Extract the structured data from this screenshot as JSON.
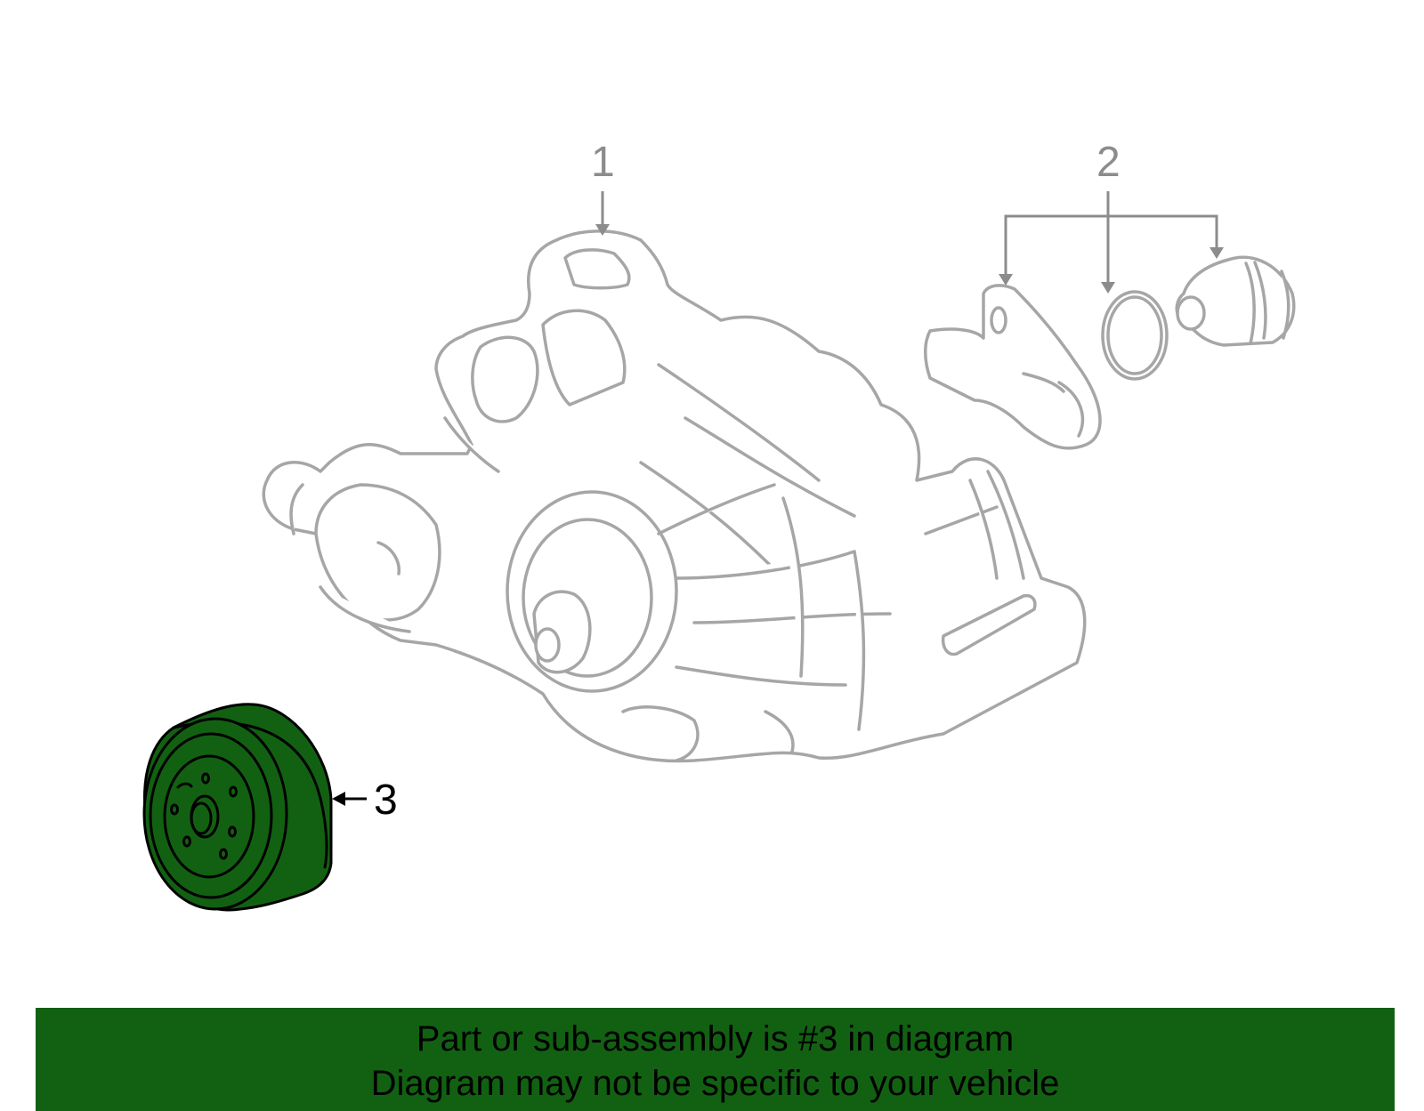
{
  "diagram": {
    "callouts": [
      {
        "number": "1",
        "highlighted": false
      },
      {
        "number": "2",
        "highlighted": false
      },
      {
        "number": "3",
        "highlighted": true
      }
    ],
    "colors": {
      "line_art": "#a6a6a6",
      "callout_gray": "#8c8c8c",
      "highlight_fill": "#126112",
      "highlight_stroke": "#000000"
    }
  },
  "banner": {
    "line1": "Part or sub-assembly is #3 in diagram",
    "line2": "Diagram may not be specific to your vehicle",
    "background": "#126112"
  }
}
